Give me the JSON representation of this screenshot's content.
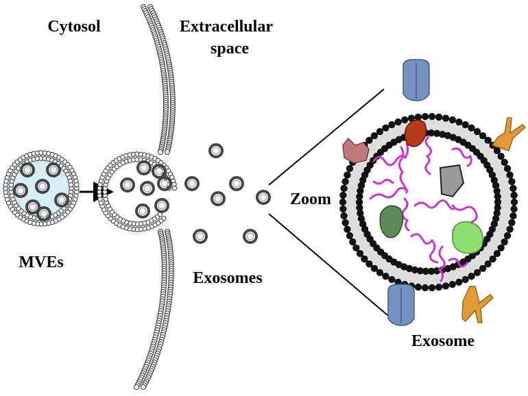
{
  "labels": {
    "cytosol": "Cytosol",
    "extracellular_line1": "Extracellular",
    "extracellular_line2": "space",
    "mves": "MVEs",
    "exosomes": "Exosomes",
    "zoom": "Zoom",
    "exosome": "Exosome"
  },
  "colors": {
    "membrane_bead": "#333333",
    "bilayer_tail": "#dddddd",
    "mve_fill": "#d8eef7",
    "rna": "#cc33cc",
    "receptor_blue": "#7690bf",
    "receptor_orange": "#e09a3a",
    "receptor_pink": "#c07a7a",
    "protein_red": "#b43a1c",
    "protein_grey": "#9a9a9a",
    "protein_dark_green": "#5e8a5a",
    "protein_light_green": "#8fdc6e"
  },
  "icons": [
    "membrane-vesicle",
    "arrow-right",
    "transmembrane-protein",
    "rna-strand"
  ]
}
